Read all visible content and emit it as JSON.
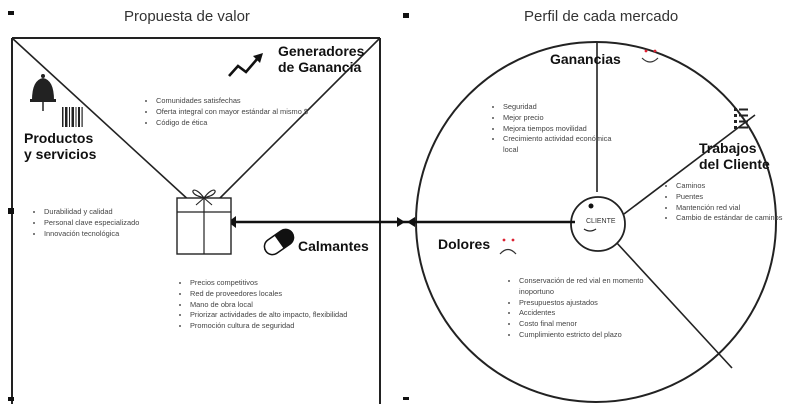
{
  "left": {
    "title": "Propuesta de valor",
    "gains_creators": {
      "title": [
        "Generadores",
        "de Ganancia"
      ],
      "icon": "trend-up-arrow-icon"
    },
    "products": {
      "title": [
        "Productos",
        "y servicios"
      ],
      "icon": "bell-barcode-icon"
    },
    "pain_relievers": {
      "title": "Calmantes",
      "icon": "pill-icon"
    },
    "center_icon": "gift-box-icon",
    "gains_list": [
      "Comunidades satisfechas",
      "Oferta integral con mayor estándar al mismo $",
      "Código de ética"
    ],
    "products_list": [
      "Durabilidad  y calidad",
      "Personal clave especializado",
      "Innovación tecnológica"
    ],
    "relievers_list": [
      "Precios competitivos",
      "Red de proveedores locales",
      "Mano de obra local",
      "Priorizar actividades de alto impacto, flexibilidad",
      "Promoción cultura de seguridad"
    ]
  },
  "right": {
    "title": "Perfil de cada mercado",
    "gains": {
      "title": "Ganancias",
      "icon": "smiley-happy-icon"
    },
    "jobs": {
      "title": [
        "Trabajos",
        "del Cliente"
      ],
      "icon": "checklist-icon"
    },
    "pains": {
      "title": "Dolores",
      "icon": "smiley-sad-icon"
    },
    "client_label": "CLIENTE",
    "gains_list": [
      "Seguridad",
      "Mejor precio",
      "Mejora tiempos movilidad",
      "Crecimiento actividad económica local"
    ],
    "jobs_list": [
      "Caminos",
      "Puentes",
      "Mantención red vial",
      "Cambio de estándar de caminos"
    ],
    "pains_list": [
      "Conservación de red vial en momento inoportuno",
      "Presupuestos ajustados",
      "Accidentes",
      "Costo final menor",
      "Cumplimiento estricto del plazo"
    ]
  }
}
